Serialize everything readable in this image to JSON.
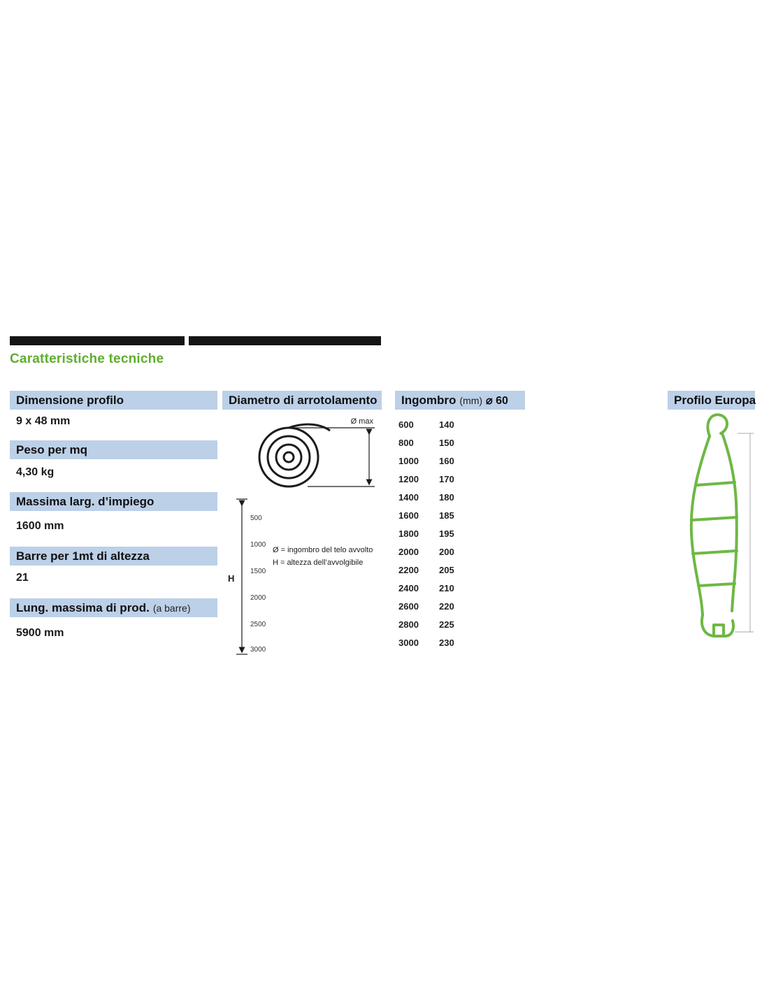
{
  "section_title": "Caratteristiche tecniche",
  "specs": {
    "rows": [
      {
        "label": "Dimensione profilo",
        "value": "9 x 48 mm"
      },
      {
        "label": "Peso per mq",
        "value": "4,30 kg"
      },
      {
        "label": "Massima larg. d’impiego",
        "value": "1600 mm"
      },
      {
        "label": "Barre per 1mt di altezza",
        "value": "21"
      },
      {
        "label": "Lung. massima di prod.",
        "label_note": "(a barre)",
        "value": "5900 mm"
      }
    ]
  },
  "diametro": {
    "header": "Diametro di arrotolamento",
    "dia_label": "Ø max",
    "h_label": "H",
    "legend_line1": "Ø = ingombro del telo avvolto",
    "legend_line2": "H = altezza dell’avvolgibile",
    "ticks": [
      "500",
      "1000",
      "1500",
      "2000",
      "2500",
      "3000"
    ]
  },
  "ingombro": {
    "header_main": "Ingombro",
    "header_note": "(mm)",
    "header_dia": "⌀ 60",
    "rows": [
      {
        "h": "600",
        "d": "140"
      },
      {
        "h": "800",
        "d": "150"
      },
      {
        "h": "1000",
        "d": "160"
      },
      {
        "h": "1200",
        "d": "170"
      },
      {
        "h": "1400",
        "d": "180"
      },
      {
        "h": "1600",
        "d": "185"
      },
      {
        "h": "1800",
        "d": "195"
      },
      {
        "h": "2000",
        "d": "200"
      },
      {
        "h": "2200",
        "d": "205"
      },
      {
        "h": "2400",
        "d": "210"
      },
      {
        "h": "2600",
        "d": "220"
      },
      {
        "h": "2800",
        "d": "225"
      },
      {
        "h": "3000",
        "d": "230"
      }
    ]
  },
  "profilo": {
    "header": "Profilo Europa"
  },
  "colors": {
    "accent_blue": "#bcd0e8",
    "accent_green": "#5fae2e",
    "profile_green": "#6eb844"
  }
}
